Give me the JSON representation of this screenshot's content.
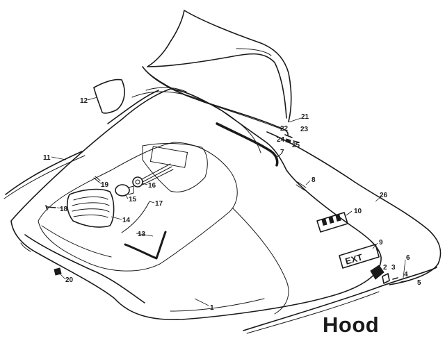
{
  "title": "Hood",
  "decal_text": "EXT",
  "callouts": [
    {
      "id": "c1",
      "label": "1"
    },
    {
      "id": "c2",
      "label": "2"
    },
    {
      "id": "c3",
      "label": "3"
    },
    {
      "id": "c4",
      "label": "4"
    },
    {
      "id": "c5",
      "label": "5"
    },
    {
      "id": "c6",
      "label": "6"
    },
    {
      "id": "c7",
      "label": "7"
    },
    {
      "id": "c8",
      "label": "8"
    },
    {
      "id": "c9",
      "label": "9"
    },
    {
      "id": "c10",
      "label": "10"
    },
    {
      "id": "c11",
      "label": "11"
    },
    {
      "id": "c12",
      "label": "12"
    },
    {
      "id": "c13",
      "label": "13"
    },
    {
      "id": "c14",
      "label": "14"
    },
    {
      "id": "c15",
      "label": "15"
    },
    {
      "id": "c16",
      "label": "16"
    },
    {
      "id": "c17",
      "label": "17"
    },
    {
      "id": "c18",
      "label": "18"
    },
    {
      "id": "c19",
      "label": "19"
    },
    {
      "id": "c20",
      "label": "20"
    },
    {
      "id": "c21",
      "label": "21"
    },
    {
      "id": "c22",
      "label": "22"
    },
    {
      "id": "c23",
      "label": "23"
    },
    {
      "id": "c24",
      "label": "24"
    },
    {
      "id": "c25",
      "label": "25"
    },
    {
      "id": "c26",
      "label": "26"
    }
  ]
}
